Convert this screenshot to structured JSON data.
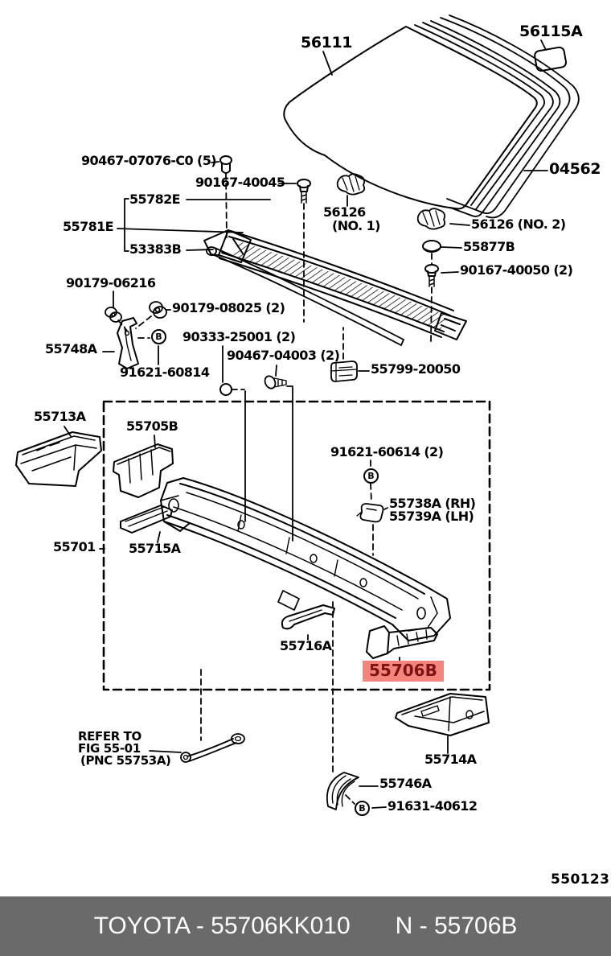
{
  "diagram": {
    "figure_code": "550123",
    "icons": {
      "circled_letter": "B"
    },
    "highlight": {
      "part": "55706B",
      "bg": "#f4847e",
      "fg": "#7c1212"
    },
    "labels": {
      "l56111": "56111",
      "l56115a": "56115A",
      "l04562": "04562",
      "l90467_07076": "90467-07076-C0 (5)",
      "l90167_40045": "90167-40045",
      "l55782e": "55782E",
      "l55781e": "55781E",
      "l53383b": "53383B",
      "l56126": "56126",
      "l56126_no1": "(NO. 1)",
      "l56126_no2": "56126 (NO. 2)",
      "l55877b": "55877B",
      "l90167_40050": "90167-40050 (2)",
      "l90179_06216": "90179-06216",
      "l90179_08025": "90179-08025 (2)",
      "l55748a": "55748A",
      "l91621_60814": "91621-60814",
      "l90333_25001": "90333-25001 (2)",
      "l90467_04003": "90467-04003 (2)",
      "l55799_20050": "55799-20050",
      "l55713a": "55713A",
      "l55705b": "55705B",
      "l55701": "55701",
      "l55715a": "55715A",
      "l91621_60614": "91621-60614 (2)",
      "l55738a": "55738A (RH)",
      "l55739a": "55739A (LH)",
      "l55716a": "55716A",
      "l55706b": "55706B",
      "refer_line1": "REFER TO",
      "refer_line2": "FIG 55-01",
      "refer_line3": "(PNC 55753A)",
      "l55714a": "55714A",
      "l55746a": "55746A",
      "l91631_40612": "91631-40612"
    }
  },
  "footer": {
    "left": "TOYOTA - 55706KK010",
    "right": "N - 55706B",
    "bg": "#6a6a6a",
    "fg": "#ffffff"
  }
}
